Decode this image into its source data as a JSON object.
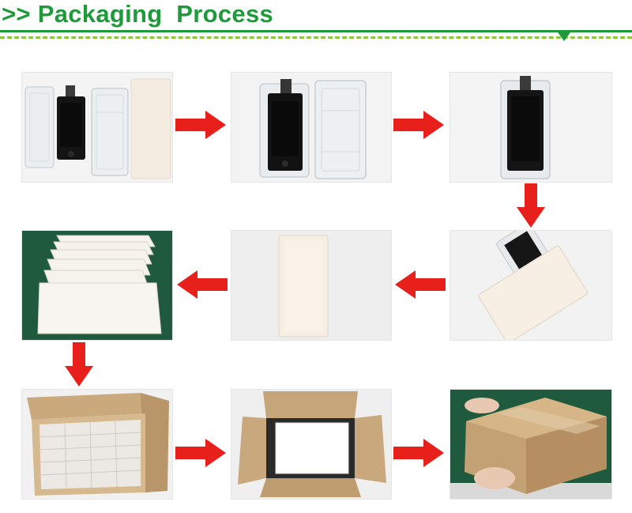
{
  "header": {
    "title": ">> Packaging  Process"
  },
  "colors": {
    "title_green": "#1f9a3a",
    "dash_green": "#8cc63f",
    "arrow_red": "#e8201c",
    "dark_green_bg": "#1f5a3e",
    "cardboard": "#c8a77c"
  },
  "steps": [
    {
      "name": "lcd-with-blister-tray-and-sleeve",
      "icon": "photo-icon"
    },
    {
      "name": "lcd-placed-in-blister-tray",
      "icon": "photo-icon"
    },
    {
      "name": "lcd-in-closed-blister",
      "icon": "photo-icon"
    },
    {
      "name": "blister-sliding-into-sleeve",
      "icon": "photo-icon"
    },
    {
      "name": "sealed-white-sleeve",
      "icon": "photo-icon"
    },
    {
      "name": "stacked-white-sleeves",
      "icon": "photo-icon"
    },
    {
      "name": "sleeves-packed-in-carton",
      "icon": "photo-icon"
    },
    {
      "name": "carton-with-white-cover",
      "icon": "photo-icon"
    },
    {
      "name": "taped-carton-in-hands",
      "icon": "photo-icon"
    }
  ]
}
